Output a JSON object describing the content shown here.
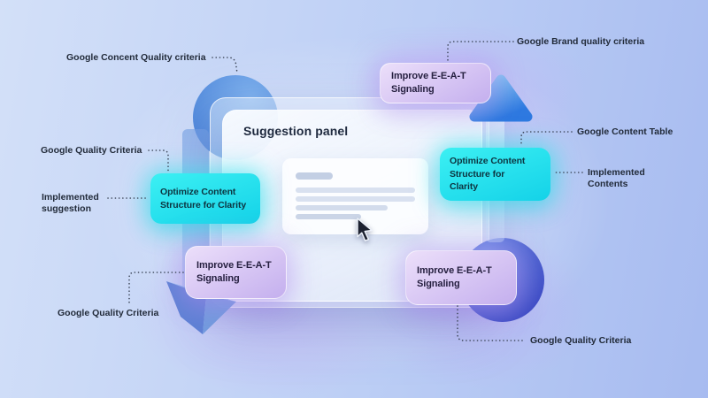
{
  "panel": {
    "title": "Suggestion panel",
    "preview": {
      "skeleton_rows": 5
    }
  },
  "buttons": {
    "top": {
      "lines": [
        "Improve E-E-A-T",
        "Signaling"
      ]
    },
    "left": {
      "lines": [
        "Optimize Content",
        "Structure for Clarity"
      ]
    },
    "right": {
      "lines": [
        "Optimize Content",
        "Structure for",
        "Clarity"
      ]
    },
    "bottom_left": {
      "lines": [
        "Improve E-E-A-T",
        "Signaling"
      ]
    },
    "bottom_right": {
      "lines": [
        "Improve E-E-A-T",
        "Signaling"
      ]
    }
  },
  "labels": {
    "top_left": "Google Concent Quality criteria",
    "top_right": "Google Brand quality criteria",
    "mid_left_upper": "Google Quality Criteria",
    "mid_left_lower": "Implemented suggestion",
    "mid_right_upper": "Google Content Table",
    "mid_right_lower": "Implemented Contents",
    "bottom_left": "Google Quality Criteria",
    "bottom_right": "Google Quality Criteria"
  },
  "icons": [
    "cursor-icon",
    "up-arrow-icon",
    "down-arrow-icon"
  ],
  "colors": {
    "bg_start": "#d3e0f8",
    "bg_mid": "#bccef5",
    "bg_end": "#a7bbf0",
    "cyan_a": "#3cf0f3",
    "cyan_b": "#14d2e8",
    "purple_a": "#ecdffa",
    "purple_b": "#c4afee",
    "tri_a": "#90cbf4",
    "tri_b": "#2e79e0",
    "circle_tl_a": "#7fb2ee",
    "circle_tl_b": "#4f87da",
    "circle_br_a": "#7595e8",
    "circle_br_b": "#3b4ac4",
    "poly_left": "#5a7fd4",
    "poly_right": "#6f9ade",
    "poly_top": "#8fbcee",
    "ink": "#222b3a",
    "panel_ink": "#1e293e",
    "connector": "#3c4658"
  }
}
